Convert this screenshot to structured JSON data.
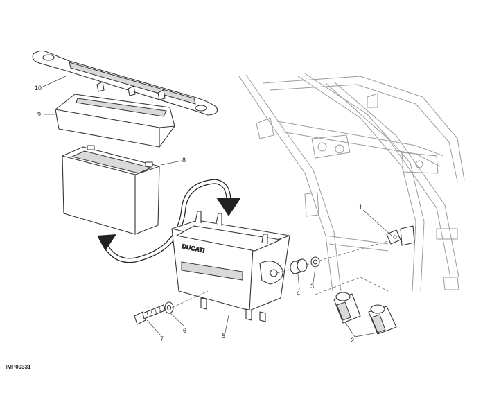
{
  "figure_code": "IMP00331",
  "callouts": [
    "1",
    "2",
    "3",
    "4",
    "5",
    "6",
    "7",
    "8",
    "9",
    "10"
  ],
  "battery_box_logo": "DUCATI"
}
